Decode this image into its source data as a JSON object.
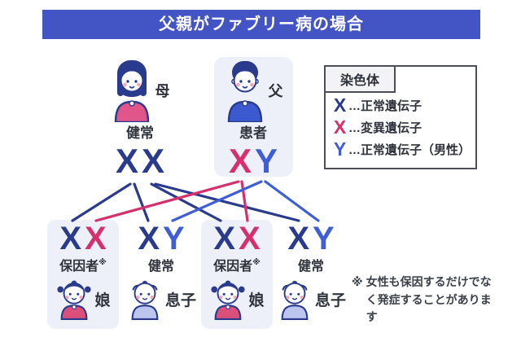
{
  "title": "父親がファブリー病の場合",
  "colors": {
    "title_bar": "#4355c4",
    "navy": "#2a3a8c",
    "pink": "#d62f6d",
    "blue": "#3f5ed6",
    "highlight_box": "#edf0f9",
    "text": "#2f333d",
    "mother_shirt": "#e0558a",
    "father_shirt": "#3c5ad0",
    "girl_shirt": "#db4f7b",
    "boy_shirt": "#bcc5ee"
  },
  "parents": {
    "mother": {
      "label": "母",
      "status": "健常",
      "chromosomes": [
        {
          "letter": "X",
          "kind": "normal"
        },
        {
          "letter": "X",
          "kind": "normal"
        }
      ]
    },
    "father": {
      "label": "父",
      "status": "患者",
      "highlighted": true,
      "chromosomes": [
        {
          "letter": "X",
          "kind": "mutant"
        },
        {
          "letter": "Y",
          "kind": "normal-male"
        }
      ]
    }
  },
  "children": [
    {
      "label": "娘",
      "status": "保因者",
      "note": "※",
      "highlighted": true,
      "chromosomes": [
        {
          "letter": "X",
          "kind": "normal"
        },
        {
          "letter": "X",
          "kind": "mutant"
        }
      ]
    },
    {
      "label": "息子",
      "status": "健常",
      "note": "",
      "highlighted": false,
      "chromosomes": [
        {
          "letter": "X",
          "kind": "normal"
        },
        {
          "letter": "Y",
          "kind": "normal-male"
        }
      ]
    },
    {
      "label": "娘",
      "status": "保因者",
      "note": "※",
      "highlighted": true,
      "chromosomes": [
        {
          "letter": "X",
          "kind": "normal"
        },
        {
          "letter": "X",
          "kind": "mutant"
        }
      ]
    },
    {
      "label": "息子",
      "status": "健常",
      "note": "",
      "highlighted": false,
      "chromosomes": [
        {
          "letter": "X",
          "kind": "normal"
        },
        {
          "letter": "Y",
          "kind": "normal-male"
        }
      ]
    }
  ],
  "legend": {
    "title": "染色体",
    "items": [
      {
        "symbol": "X",
        "kind": "normal",
        "label": "…正常遺伝子"
      },
      {
        "symbol": "X",
        "kind": "mutant",
        "label": "…変異遺伝子"
      },
      {
        "symbol": "Y",
        "kind": "normal-male",
        "label": "…正常遺伝子（男性）"
      }
    ]
  },
  "footnote": {
    "marker": "※",
    "text": "女性も保因するだけでなく発症することがあります"
  }
}
